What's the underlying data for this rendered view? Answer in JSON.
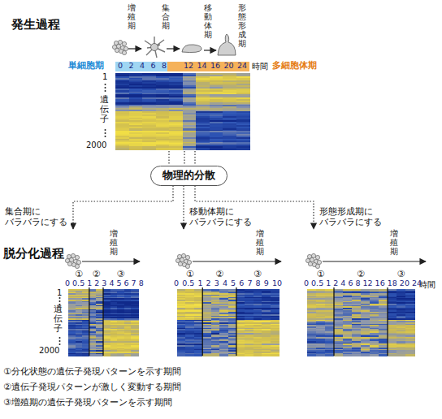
{
  "diagram": {
    "nodes": [
      {
        "text": [
          "1",
          "遺伝子",
          "2000"
        ]
      },
      {
        "text": [
          "物理的分散"
        ]
      },
      {
        "text": [
          "増殖期",
          "①",
          "②",
          "③",
          "0 0.5 1 2 3 4 5 6 7 8",
          "1",
          "遺伝子",
          "2000"
        ]
      },
      {
        "text": [
          "増殖期",
          "①",
          "②",
          "③",
          "0 0.5 1 2 3 4 5 6 7 8 9 10"
        ]
      },
      {
        "text": [
          "増殖期",
          "①",
          "②",
          "③",
          "0 0.5 1 2 4 6 8 12 16 18 20 24"
        ]
      }
    ],
    "edges": [
      {
        "from": 0,
        "to": 1,
        "arrow": "none"
      },
      {
        "from": 1,
        "to": 2,
        "label": "集合期に バラバラにする",
        "arrow": "to"
      },
      {
        "from": 1,
        "to": 3,
        "label": "移動体期に バラバラにする",
        "arrow": "to"
      },
      {
        "from": 1,
        "to": 4,
        "label": "形態形成期に バラバラにする",
        "arrow": "to"
      }
    ],
    "labels": [
      "発生過程",
      "増殖期",
      "集合期",
      "移動体期",
      "形態形成期",
      "単細胞期",
      "0 2 4 6 8",
      "12 14 16 20 24",
      "時間",
      "多細胞体期",
      "脱分化過程",
      "時間",
      "①分化状態の遺伝子発現パターンを示す期間",
      "②遺伝子発現パターンが激しく変動する期間",
      "③増殖期の遺伝子発現パターンを示す期間"
    ]
  }
}
